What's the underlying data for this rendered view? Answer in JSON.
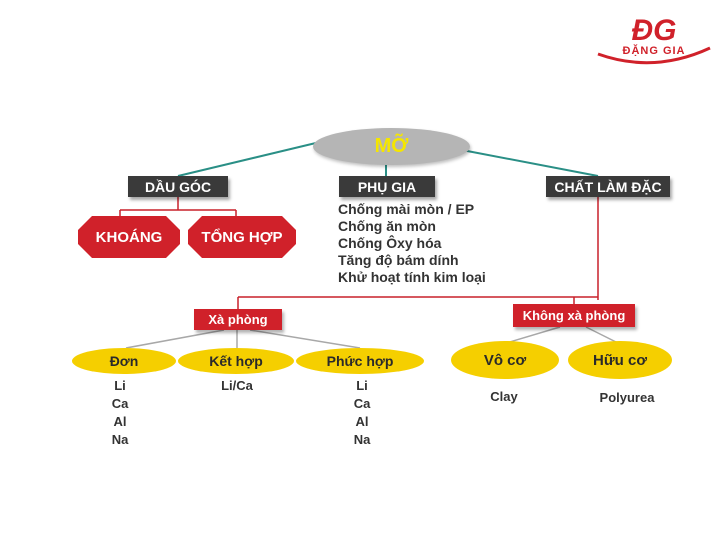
{
  "logo": {
    "mark": "ĐG",
    "name": "ĐẶNG GIA"
  },
  "root": {
    "label": "MỠ"
  },
  "categories": {
    "base_oil": "DẦU GÓC",
    "additive": "PHỤ GIA",
    "thickener": "CHẤT LÀM ĐẶC"
  },
  "base_oil_types": {
    "mineral": "KHOÁNG",
    "synthetic": "TỔNG HỢP"
  },
  "additive_list": [
    "Chống mài mòn / EP",
    "Chống ăn mòn",
    "Chống Ôxy hóa",
    "Tăng độ bám dính",
    "Khử hoạt tính kim loại"
  ],
  "soap": {
    "label": "Xà phòng",
    "simple": {
      "label": "Đơn",
      "items": [
        "Li",
        "Ca",
        "Al",
        "Na"
      ]
    },
    "mixed": {
      "label": "Kết hợp",
      "items": [
        "Li/Ca"
      ]
    },
    "complex": {
      "label": "Phức hợp",
      "items": [
        "Li",
        "Ca",
        "Al",
        "Na"
      ]
    }
  },
  "non_soap": {
    "label": "Không xà phòng",
    "inorganic": {
      "label": "Vô cơ",
      "items": [
        "Clay"
      ]
    },
    "organic": {
      "label": "Hữu cơ",
      "items": [
        "Polyurea"
      ]
    }
  },
  "colors": {
    "red": "#d0212a",
    "dark": "#3a3a3a",
    "yellow": "#f5cf00",
    "teal_line": "#2a8f86",
    "root_gray": "#b5b5b5",
    "root_text": "#f5e600"
  }
}
